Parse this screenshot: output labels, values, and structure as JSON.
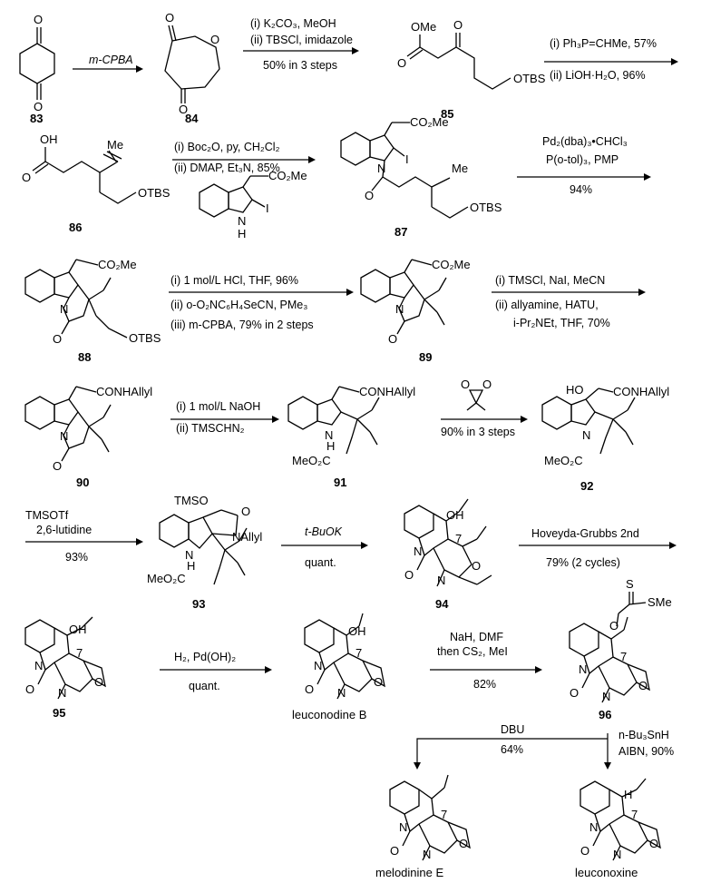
{
  "compounds": {
    "c83": "83",
    "c84": "84",
    "c85": "85",
    "c86": "86",
    "c87": "87",
    "c88": "88",
    "c89": "89",
    "c90": "90",
    "c91": "91",
    "c92": "92",
    "c93": "93",
    "c94": "94",
    "c95": "95",
    "c96": "96",
    "leuconodine_b": "leuconodine B",
    "melodinine_e": "melodinine E",
    "leuconoxine": "leuconoxine"
  },
  "groups": {
    "O": "O",
    "OMe": "OMe",
    "OTBS": "OTBS",
    "OH": "OH",
    "Me": "Me",
    "CO2Me": "CO₂Me",
    "MeO2C": "MeO₂C",
    "I": "I",
    "N": "N",
    "NH": "N",
    "H": "H",
    "CONHAllyl": "CONHAllyl",
    "HO": "HO",
    "TMSO": "TMSO",
    "NAllyl": "NAllyl",
    "seven": "7",
    "S": "S",
    "SMe": "SMe"
  },
  "conditions": {
    "s1": "m-CPBA",
    "s2_a": "(i) K₂CO₃, MeOH",
    "s2_b": "(ii) TBSCl, imidazole",
    "s2_c": "50% in 3 steps",
    "s3_a": "(i) Ph₃P=CHMe,  57%",
    "s3_b": "(ii) LiOH·H₂O, 96%",
    "s4_a": "(i) Boc₂O, py, CH₂Cl₂",
    "s4_b": "(ii) DMAP, Et₃N, 85%",
    "s5_a": "Pd₂(dba)₃•CHCl₃",
    "s5_b": "P(o-tol)₃, PMP",
    "s5_c": "94%",
    "s6_a": "(i) 1 mol/L HCl, THF, 96%",
    "s6_b": "(ii) o-O₂NC₆H₄SeCN, PMe₃",
    "s6_c": "(iii) m-CPBA, 79% in 2 steps",
    "s7_a": "(i) TMSCl, NaI, MeCN",
    "s7_b": "(ii) allyamine, HATU,",
    "s7_c": "i-Pr₂NEt, THF, 70%",
    "s8_a": "(i) 1 mol/L NaOH",
    "s8_b": "(ii) TMSCHN₂",
    "s9_a": "90% in 3 steps",
    "s10_a": "TMSOTf",
    "s10_b": "2,6-lutidine",
    "s10_c": "93%",
    "s11_a": "t-BuOK",
    "s11_b": "quant.",
    "s12_a": "Hoveyda-Grubbs 2nd",
    "s12_b": "79% (2 cycles)",
    "s13_a": "H₂, Pd(OH)₂",
    "s13_b": "quant.",
    "s14_a": "NaH, DMF",
    "s14_b": "then CS₂, MeI",
    "s14_c": "82%",
    "s15_a": "DBU",
    "s15_b": "64%",
    "s16_a": "n-Bu₃SnH",
    "s16_b": "AIBN, 90%"
  }
}
